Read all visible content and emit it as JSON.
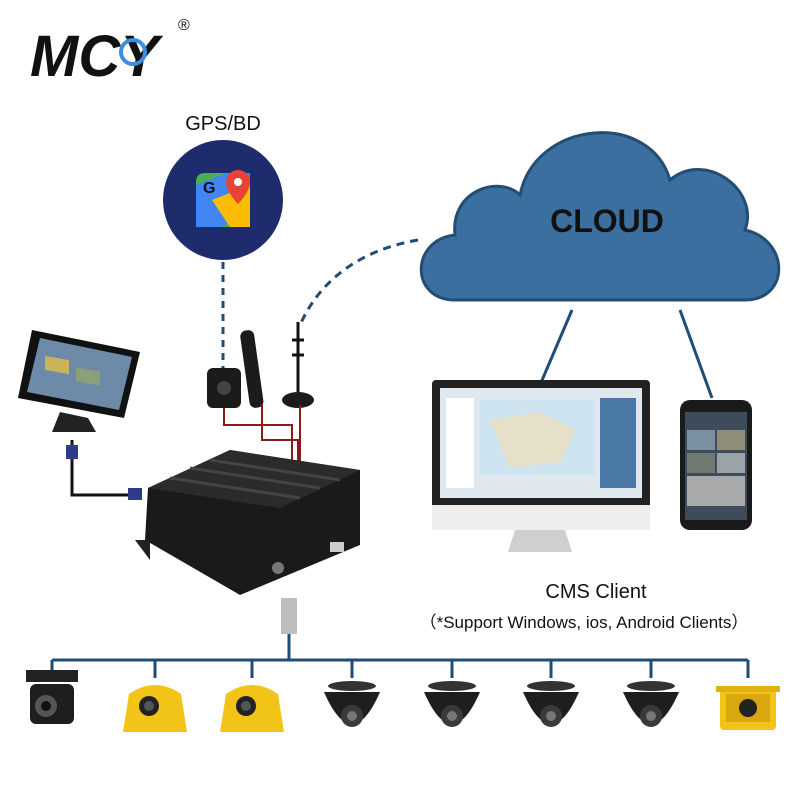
{
  "logo": {
    "text": "MCY",
    "registered": "®",
    "colors": {
      "primary": "#2e3a8c",
      "accent": "#3a8ee6",
      "highlight": "#f2c21b"
    }
  },
  "gps": {
    "label": "GPS/BD",
    "icon": "map-pin-icon"
  },
  "cloud": {
    "label": "CLOUD",
    "color": "#3b6fa0"
  },
  "client": {
    "title": "CMS Client",
    "subtitle": "（*Support Windows, ios, Android Clients）"
  },
  "devices": {
    "monitor": "monitor-icon",
    "mdvr": "mdvr-box-icon",
    "gps_antenna": "gps-antenna-icon",
    "wifi_antenna": "wifi-antenna-icon",
    "lte_antenna": "4g-antenna-icon",
    "desktop": "desktop-computer-icon",
    "phone": "smartphone-icon"
  },
  "cameras": [
    {
      "type": "inner-camera",
      "icon": "inner-camera-icon"
    },
    {
      "type": "side-camera",
      "icon": "side-camera-icon"
    },
    {
      "type": "side-camera",
      "icon": "side-camera-icon"
    },
    {
      "type": "dome-camera",
      "icon": "dome-camera-icon"
    },
    {
      "type": "dome-camera",
      "icon": "dome-camera-icon"
    },
    {
      "type": "dome-camera",
      "icon": "dome-camera-icon"
    },
    {
      "type": "dome-camera",
      "icon": "dome-camera-icon"
    },
    {
      "type": "rear-camera",
      "icon": "rear-camera-icon"
    }
  ],
  "palette": {
    "line": "#1f4d78",
    "bus": "#2a2a2a",
    "camera_yellow": "#f3c418",
    "camera_black": "#1e1e1e",
    "cloud_fill": "#3b6fa0"
  }
}
